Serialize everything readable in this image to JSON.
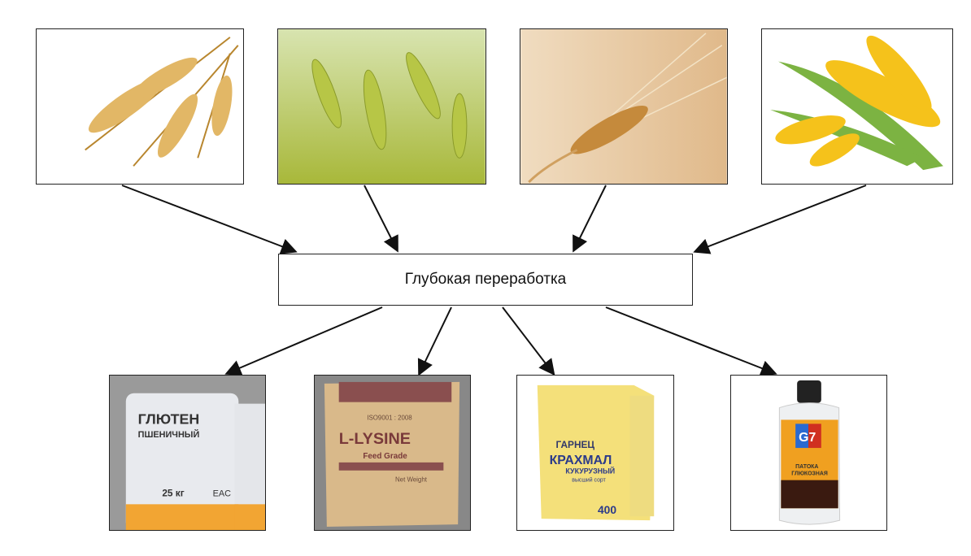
{
  "center_label": "Глубокая переработка",
  "sources": [
    {
      "name": "wheat-ears"
    },
    {
      "name": "green-wheat-field"
    },
    {
      "name": "barley-ear"
    },
    {
      "name": "corn-cobs"
    }
  ],
  "products": [
    {
      "name": "wheat-gluten-bag",
      "title": "ГЛЮТЕН",
      "subtitle": "ПШЕНИЧНЫЙ",
      "weight": "25 кг",
      "mark": "EAC"
    },
    {
      "name": "l-lysine-bag",
      "cert": "ISO9001 : 2008",
      "title": "L-LYSINE",
      "subtitle": "Feed Grade",
      "weight": "Net Weight"
    },
    {
      "name": "corn-starch-pack",
      "brand": "ГАРНЕЦ",
      "title": "КРАХМАЛ",
      "subtitle": "КУКУРУЗНЫЙ",
      "grade": "высший сорт",
      "weight": "400"
    },
    {
      "name": "glucose-syrup-bottle",
      "brand": "G7",
      "title": "ПАТОКА",
      "subtitle": "ГЛЮКОЗНАЯ"
    }
  ]
}
